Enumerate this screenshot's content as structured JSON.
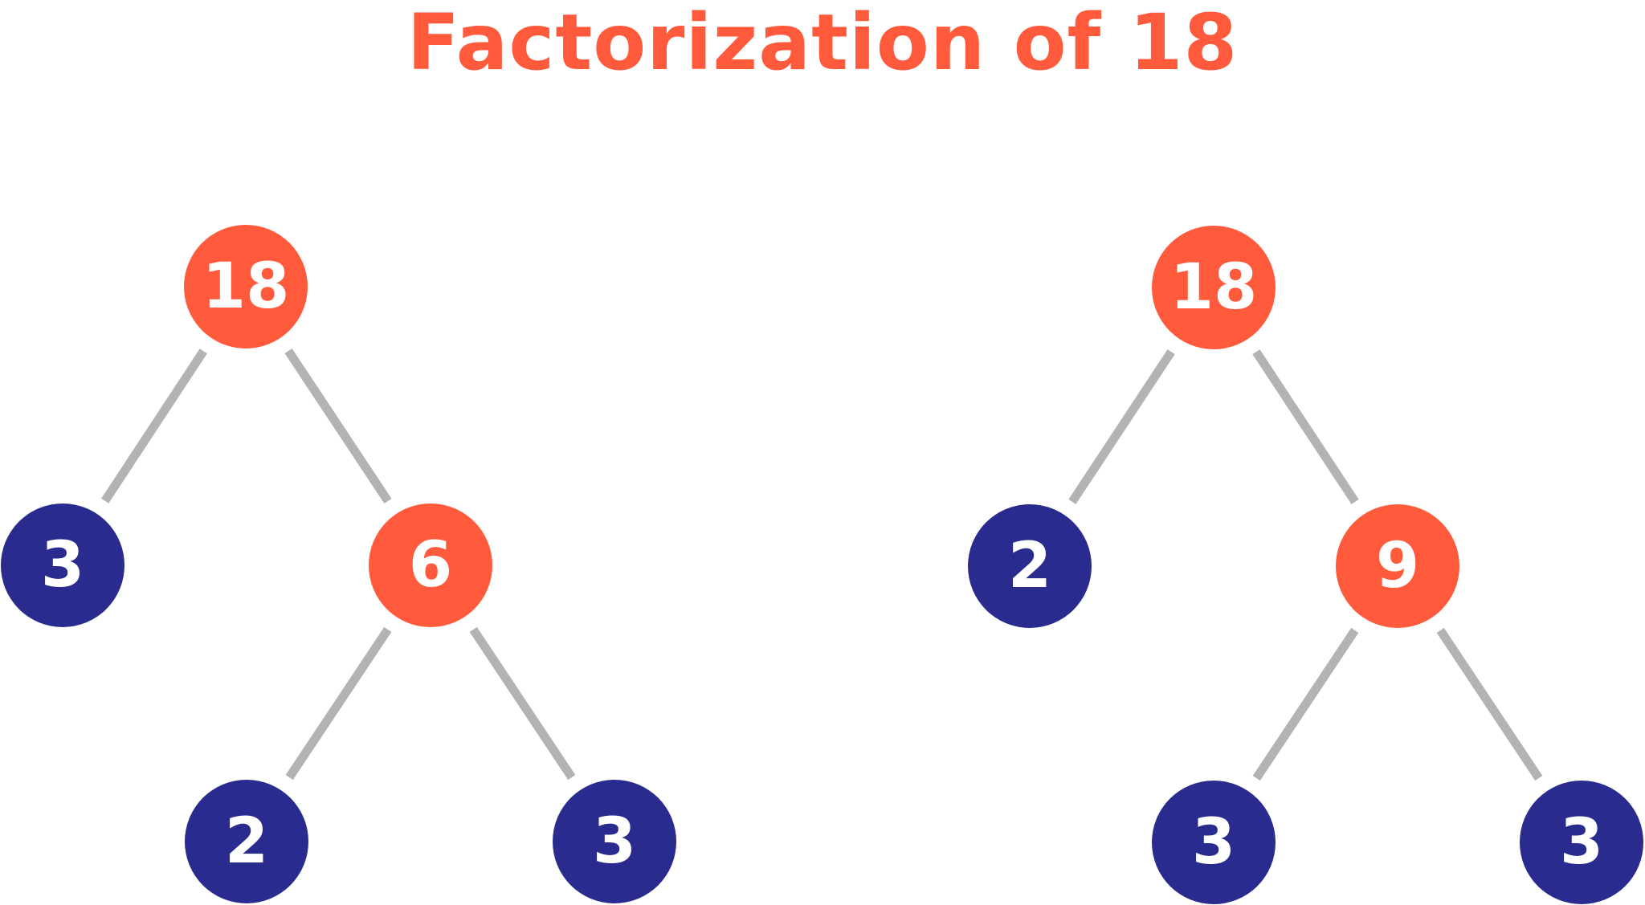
{
  "title": "Factorization of 18",
  "colors": {
    "composite": "#ff5a3c",
    "prime": "#2a2b8f",
    "edge": "#b3b3b3",
    "title": "#ff5a3c",
    "label": "#ffffff"
  },
  "trees": [
    {
      "nodes": [
        {
          "id": "a-root",
          "label": "18",
          "kind": "composite"
        },
        {
          "id": "a-3",
          "label": "3",
          "kind": "prime"
        },
        {
          "id": "a-6",
          "label": "6",
          "kind": "composite"
        },
        {
          "id": "a-2b",
          "label": "2",
          "kind": "prime"
        },
        {
          "id": "a-3b",
          "label": "3",
          "kind": "prime"
        }
      ],
      "edges": [
        [
          "a-root",
          "a-3"
        ],
        [
          "a-root",
          "a-6"
        ],
        [
          "a-6",
          "a-2b"
        ],
        [
          "a-6",
          "a-3b"
        ]
      ]
    },
    {
      "nodes": [
        {
          "id": "b-root",
          "label": "18",
          "kind": "composite"
        },
        {
          "id": "b-2",
          "label": "2",
          "kind": "prime"
        },
        {
          "id": "b-9",
          "label": "9",
          "kind": "composite"
        },
        {
          "id": "b-3a",
          "label": "3",
          "kind": "prime"
        },
        {
          "id": "b-3b",
          "label": "3",
          "kind": "prime"
        }
      ],
      "edges": [
        [
          "b-root",
          "b-2"
        ],
        [
          "b-root",
          "b-9"
        ],
        [
          "b-9",
          "b-3a"
        ],
        [
          "b-9",
          "b-3b"
        ]
      ]
    }
  ]
}
